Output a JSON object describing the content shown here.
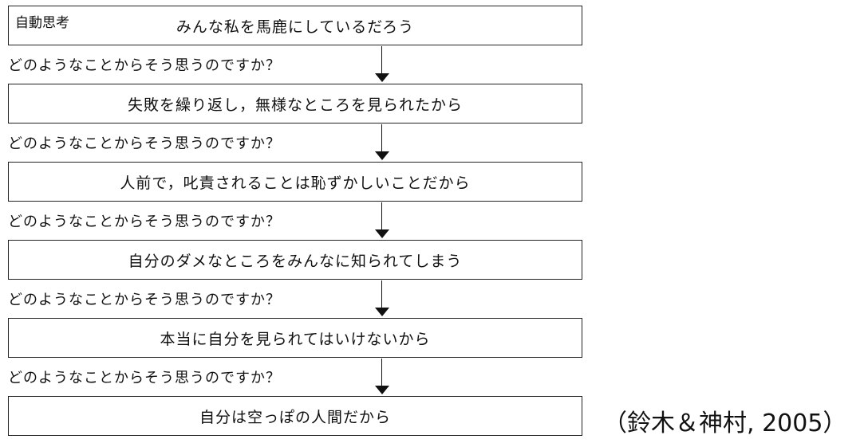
{
  "flowchart": {
    "first_box_label": "自動思考",
    "steps": [
      "みんな私を馬鹿にしているだろう",
      "失敗を繰り返し，無様なところを見られたから",
      "人前で，叱責されることは恥ずかしいことだから",
      "自分のダメなところをみんなに知られてしまう",
      "本当に自分を見られてはいけないから",
      "自分は空っぽの人間だから"
    ],
    "question": "どのようなことからそう思うのですか？"
  },
  "citation": "（鈴木＆神村, 2005）"
}
